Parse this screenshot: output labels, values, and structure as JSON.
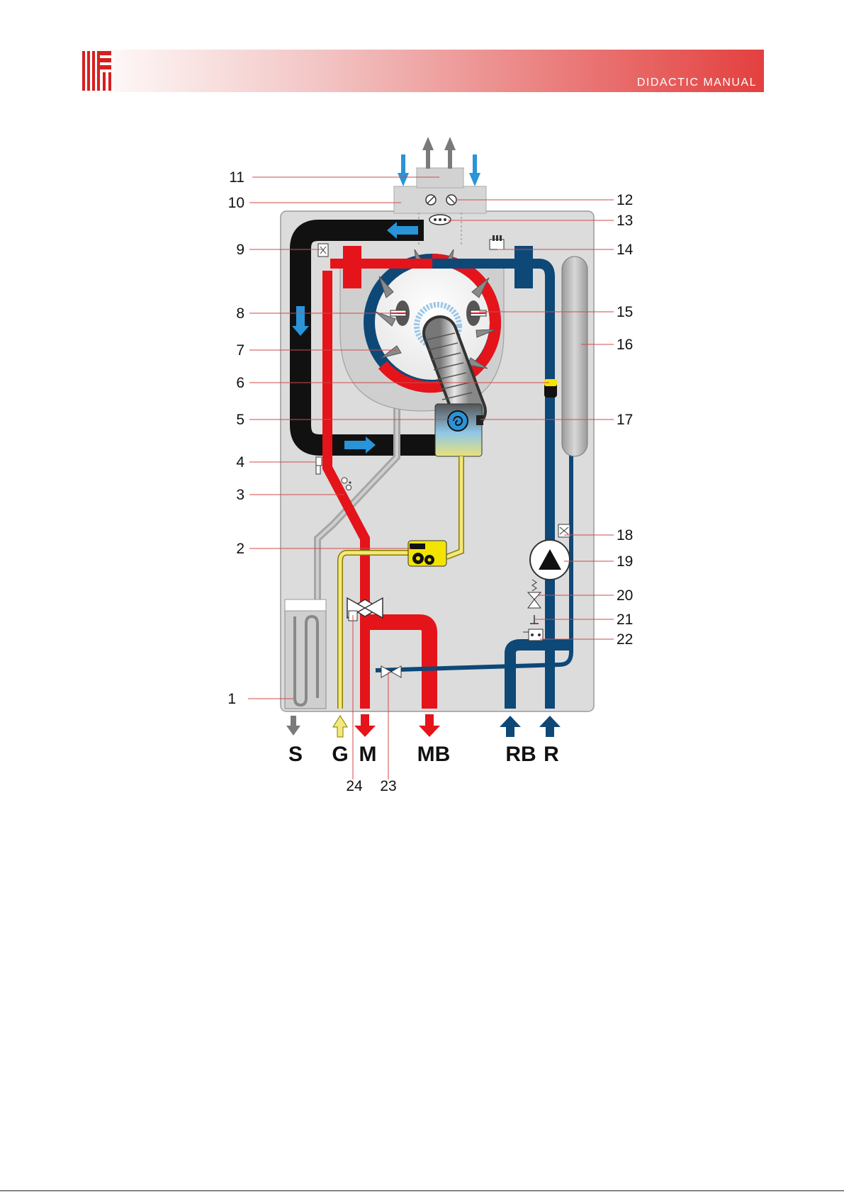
{
  "header": {
    "title": "DIDACTIC MANUAL",
    "logo_icon": "company-logo-icon",
    "gradient_start": "#ffffff",
    "gradient_end": "#e3403f"
  },
  "colors": {
    "hot": "#e4141a",
    "cold": "#0d4877",
    "gas": "#f3e87a",
    "flue": "#111111",
    "drain": "#a6a6a6",
    "air": "#2994d8",
    "panel": "#dcdcdc"
  },
  "callouts": [
    {
      "id": "1",
      "label": "1"
    },
    {
      "id": "2",
      "label": "2"
    },
    {
      "id": "3",
      "label": "3"
    },
    {
      "id": "4",
      "label": "4"
    },
    {
      "id": "5",
      "label": "5"
    },
    {
      "id": "6",
      "label": "6"
    },
    {
      "id": "7",
      "label": "7"
    },
    {
      "id": "8",
      "label": "8"
    },
    {
      "id": "9",
      "label": "9"
    },
    {
      "id": "10",
      "label": "10"
    },
    {
      "id": "11",
      "label": "11"
    },
    {
      "id": "12",
      "label": "12"
    },
    {
      "id": "13",
      "label": "13"
    },
    {
      "id": "14",
      "label": "14"
    },
    {
      "id": "15",
      "label": "15"
    },
    {
      "id": "16",
      "label": "16"
    },
    {
      "id": "17",
      "label": "17"
    },
    {
      "id": "18",
      "label": "18"
    },
    {
      "id": "19",
      "label": "19"
    },
    {
      "id": "20",
      "label": "20"
    },
    {
      "id": "21",
      "label": "21"
    },
    {
      "id": "22",
      "label": "22"
    },
    {
      "id": "23",
      "label": "23"
    },
    {
      "id": "24",
      "label": "24"
    }
  ],
  "connections": [
    {
      "id": "S",
      "label": "S"
    },
    {
      "id": "G",
      "label": "G"
    },
    {
      "id": "M",
      "label": "M"
    },
    {
      "id": "MB",
      "label": "MB"
    },
    {
      "id": "RB",
      "label": "RB"
    },
    {
      "id": "R",
      "label": "R"
    }
  ]
}
